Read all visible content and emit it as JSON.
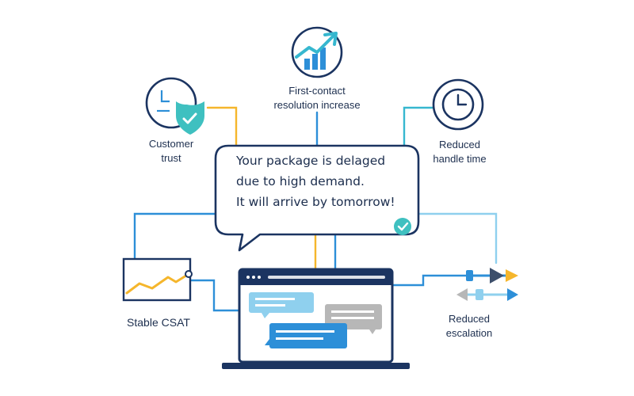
{
  "bubble": {
    "lines": [
      "Your package is delaged",
      "due to high demand.",
      "It will arrive by tomorrow!"
    ]
  },
  "nodes": {
    "first_contact": {
      "line1": "First-contact",
      "line2": "resolution increase",
      "icon": "trend-up-chart-icon"
    },
    "customer_trust": {
      "line1": "Customer",
      "line2": "trust",
      "icon": "shield-check-icon"
    },
    "handle_time": {
      "line1": "Reduced",
      "line2": "handle time",
      "icon": "clock-icon"
    },
    "csat": {
      "line1": "Stable CSAT",
      "icon": "line-chart-icon"
    },
    "escalation": {
      "line1": "Reduced",
      "line2": "escalation",
      "icon": "arrows-icon"
    }
  },
  "colors": {
    "navy": "#1b3461",
    "blue": "#2d8fd8",
    "light_blue": "#8fd0ee",
    "cyan": "#36b7cf",
    "teal": "#3fc0c0",
    "yellow": "#f5b62c",
    "gray": "#b7b7b7"
  }
}
